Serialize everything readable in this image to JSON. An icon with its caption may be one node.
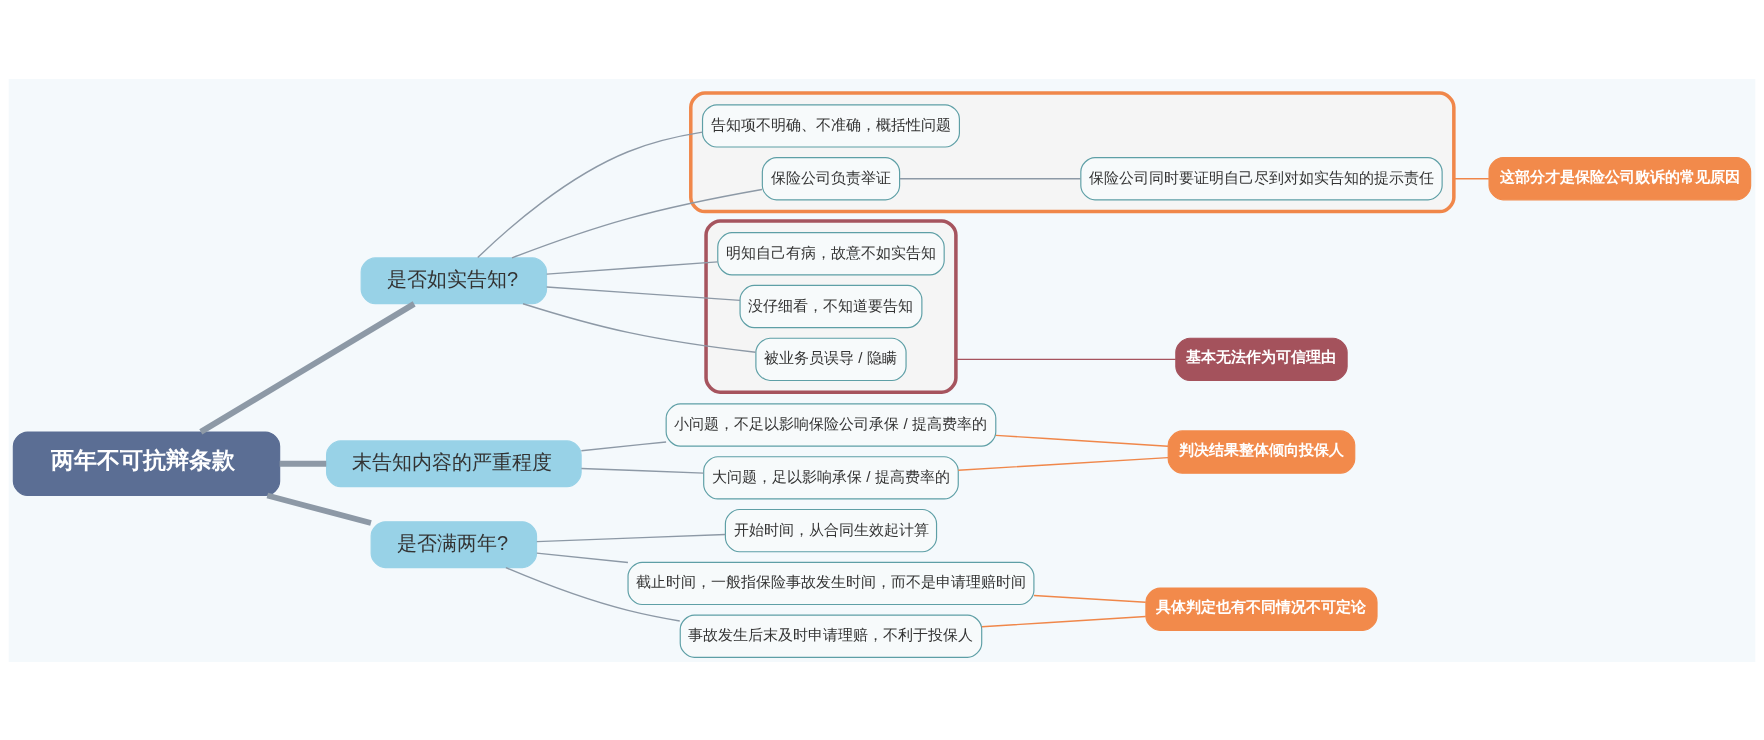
{
  "diagram": {
    "nodes": [
      {
        "text": [
          "两年不可抗辩条款"
        ]
      },
      {
        "text": [
          "是否如实告知?"
        ]
      },
      {
        "text": [],
        "shape": "box"
      },
      {
        "text": [
          "明知自己有病，故意不如实告知"
        ],
        "in": 2
      },
      {
        "text": [
          "没仔细看，不知道要告知"
        ],
        "in": 2
      },
      {
        "text": [
          "被业务员误导 / 隐瞒"
        ],
        "in": 2
      },
      {
        "text": [
          "基本无法作为可信理由"
        ]
      },
      {
        "text": [],
        "shape": "box"
      },
      {
        "text": [
          "告知项不明确、不准确，概括性问题"
        ],
        "in": 7
      },
      {
        "text": [
          "保险公司负责举证"
        ],
        "in": 7
      },
      {
        "text": [
          "保险公司同时要证明自己尽到对如实告知的提示责任"
        ],
        "in": 7
      },
      {
        "text": [
          "这部分才是保险公司败诉的常见原因"
        ]
      },
      {
        "text": [
          "末告知内容的严重程度"
        ]
      },
      {
        "text": [
          "小问题，不足以影响保险公司承保 / 提高费率的"
        ]
      },
      {
        "text": [
          "大问题，足以影响承保 / 提高费率的"
        ]
      },
      {
        "text": [
          "判决结果整体倾向投保人"
        ]
      },
      {
        "text": [
          "是否满两年?"
        ]
      },
      {
        "text": [
          "开始时间，从合同生效起计算"
        ]
      },
      {
        "text": [
          "截止时间，一般指保险事故发生时间，而不是申请理赔时间"
        ]
      },
      {
        "text": [
          "事故发生后末及时申请理赔，不利于投保人"
        ]
      },
      {
        "text": [
          "具体判定也有不同情况不可定论"
        ]
      }
    ],
    "edges": [
      {
        "from": 0,
        "to": 1,
        "arrow": "none",
        "style": "thick"
      },
      {
        "from": 1,
        "to": 3,
        "arrow": "none"
      },
      {
        "from": 1,
        "to": 4,
        "arrow": "none"
      },
      {
        "from": 1,
        "to": 5,
        "arrow": "none"
      },
      {
        "from": 1,
        "to": 8,
        "arrow": "none"
      },
      {
        "from": 1,
        "to": 9,
        "arrow": "none"
      },
      {
        "from": 9,
        "to": 10,
        "arrow": "none"
      },
      {
        "from": 2,
        "to": 6,
        "arrow": "none",
        "color": "#a6545e"
      },
      {
        "from": 7,
        "to": 11,
        "arrow": "none",
        "color": "#f0874a"
      },
      {
        "from": 0,
        "to": 12,
        "arrow": "none",
        "style": "thick"
      },
      {
        "from": 12,
        "to": 13,
        "arrow": "none"
      },
      {
        "from": 12,
        "to": 14,
        "arrow": "none"
      },
      {
        "from": 13,
        "to": 15,
        "arrow": "none",
        "color": "#f0874a"
      },
      {
        "from": 14,
        "to": 15,
        "arrow": "none",
        "color": "#f0874a"
      },
      {
        "from": 0,
        "to": 16,
        "arrow": "none",
        "style": "thick"
      },
      {
        "from": 16,
        "to": 17,
        "arrow": "none"
      },
      {
        "from": 16,
        "to": 18,
        "arrow": "none"
      },
      {
        "from": 16,
        "to": 19,
        "arrow": "none"
      },
      {
        "from": 18,
        "to": 20,
        "arrow": "none",
        "color": "#f0874a"
      },
      {
        "from": 19,
        "to": 20,
        "arrow": "none",
        "color": "#f0874a"
      }
    ]
  }
}
